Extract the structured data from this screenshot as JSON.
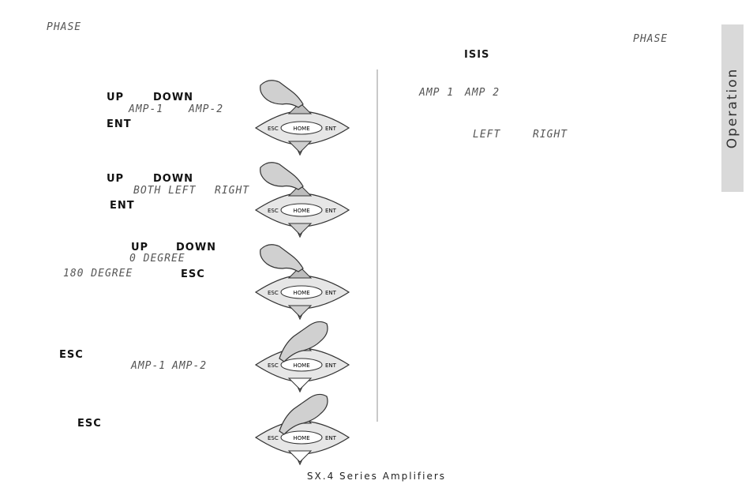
{
  "header": {
    "left_label": "PHASE",
    "right_label": "PHASE",
    "brand": "ISIS"
  },
  "steps": [
    {
      "btn_a": "UP",
      "btn_b": "DOWN",
      "lcd_a": "AMP-1",
      "lcd_b": "AMP-2",
      "btn_c": "ENT"
    },
    {
      "btn_a": "UP",
      "btn_b": "DOWN",
      "lcd_a": "BOTH LEFT",
      "lcd_b": "RIGHT",
      "btn_c": "ENT"
    },
    {
      "btn_a": "UP",
      "btn_b": "DOWN",
      "lcd_a": "0 DEGREE",
      "lcd_b": "180 DEGREE",
      "btn_c": "ESC"
    },
    {
      "btn_a": "ESC",
      "lcd_a": "AMP-1",
      "lcd_b": "AMP-2"
    },
    {
      "btn_a": "ESC"
    }
  ],
  "right_col": {
    "amp1": "AMP 1",
    "amp2": "AMP 2",
    "left": "LEFT",
    "right": "RIGHT"
  },
  "keypad": {
    "esc": "ESC",
    "home": "HOME",
    "ent": "ENT"
  },
  "sidebar": {
    "label": "Operation"
  },
  "footer": {
    "text": "SX.4 Series Amplifiers"
  }
}
